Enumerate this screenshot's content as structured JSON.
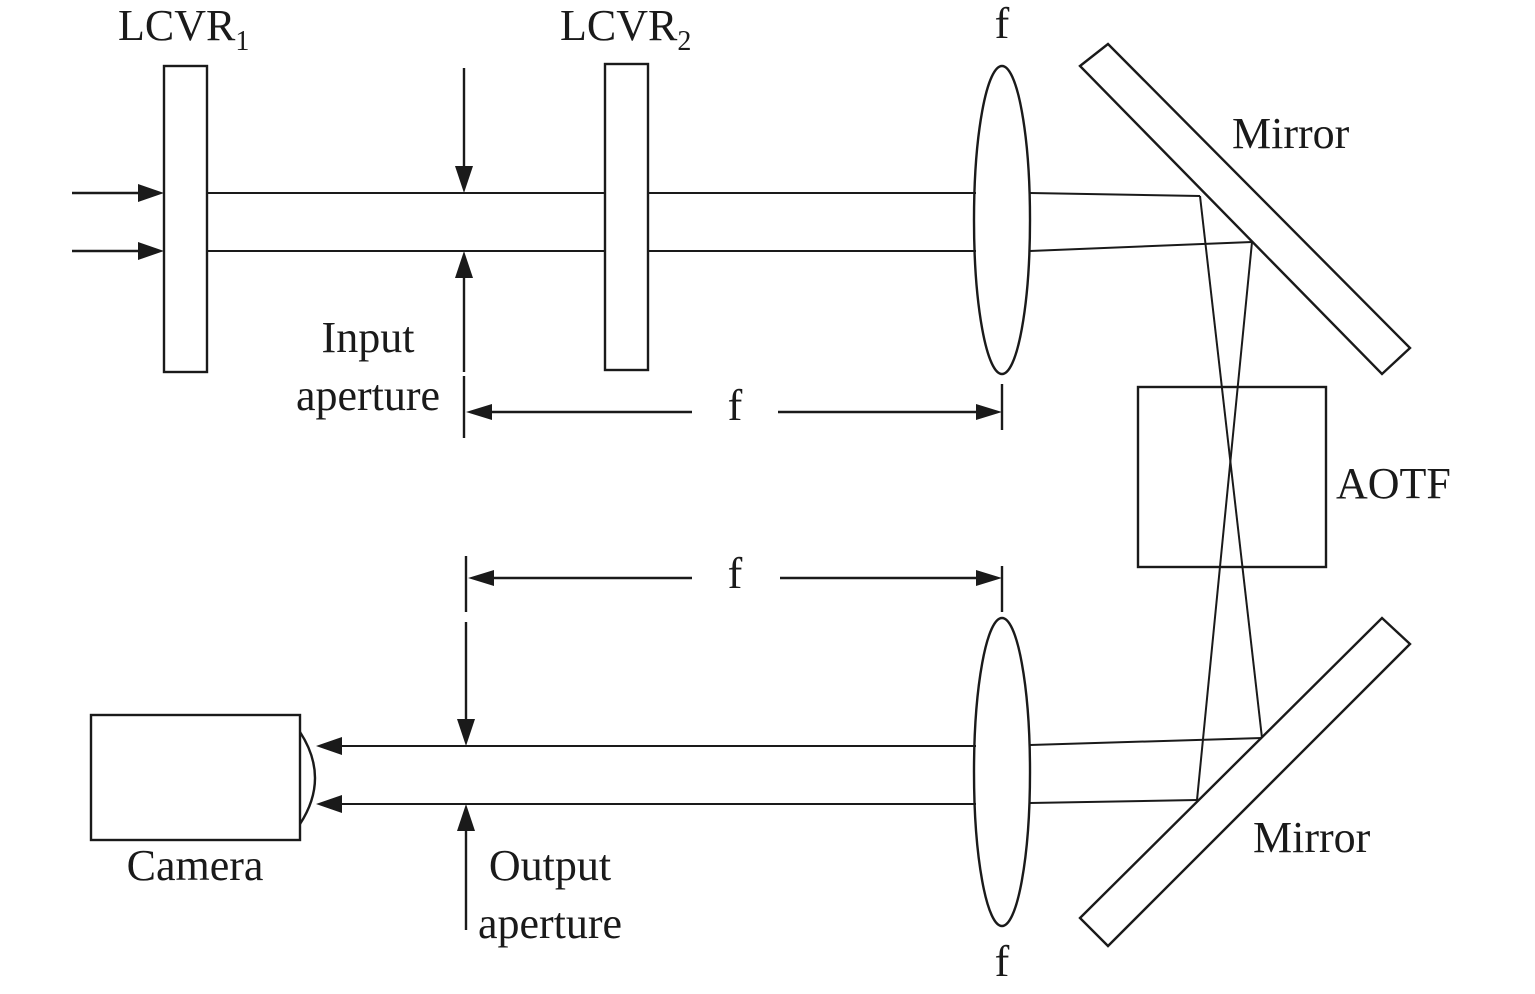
{
  "labels": {
    "lcvr1": "LCVR",
    "lcvr1_sub": "1",
    "lcvr2": "LCVR",
    "lcvr2_sub": "2",
    "lens_top_f": "f",
    "lens_bottom_f": "f",
    "dist_top_f": "f",
    "dist_bottom_f": "f",
    "mirror_top": "Mirror",
    "mirror_bottom": "Mirror",
    "aotf": "AOTF",
    "input_aperture_line1": "Input",
    "input_aperture_line2": "aperture",
    "output_aperture_line1": "Output",
    "output_aperture_line2": "aperture",
    "camera": "Camera"
  }
}
